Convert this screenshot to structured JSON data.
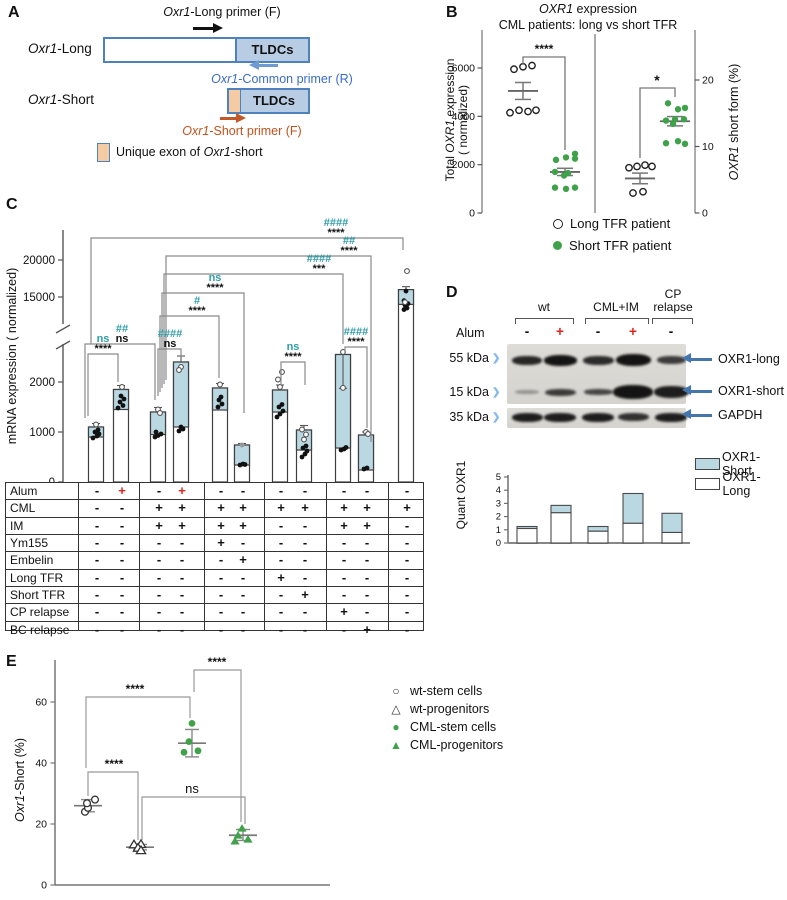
{
  "labels": {
    "A": "A",
    "B": "B",
    "C": "C",
    "D": "D",
    "E": "E"
  },
  "colors": {
    "teal_hash": "#2f9daa",
    "bar_fill_blue": "#b9d8e2",
    "dot_green": "#3fa14a",
    "plus_red": "#d9271e",
    "box_border_blue": "#4f81bd",
    "box_fill_blue": "#b8cce4",
    "exon_tan": "#f5cba3",
    "text_blue": "#3b6cc7",
    "text_orange": "#c0531f",
    "arrow_blue": "#4476ad",
    "chevron_blue": "#86b8ea"
  },
  "panelA": {
    "gene_long": "Oxr1-Long",
    "gene_short": "Oxr1-Short",
    "tldc": "TLDCs",
    "primer_long": "Oxr1-Long primer (F)",
    "primer_common": "Oxr1-Common primer (R)",
    "primer_short": "Oxr1-Short primer (F)",
    "legend": "Unique exon of Oxr1-short"
  },
  "chart_data": [
    {
      "panel": "B",
      "type": "scatter",
      "title_line1": "OXR1 expression",
      "title_line2": "CML patients: long vs short TFR",
      "ylabel_left": [
        "Total OXR1 expression",
        "( normalized)"
      ],
      "ylabel_right": "OXR1 short form (%)",
      "yticks_left": [
        0,
        2000,
        4000,
        6000
      ],
      "yticks_right": [
        0,
        10,
        20
      ],
      "sig_left": "****",
      "sig_right": "*",
      "groups": [
        {
          "name": "Long TFR patient",
          "axis": "left",
          "marker": "open-circle",
          "mean": 5050,
          "err": [
            4700,
            5400
          ],
          "points": [
            [
              -9,
              5950
            ],
            [
              0,
              6050
            ],
            [
              9,
              6100
            ],
            [
              -13,
              4150
            ],
            [
              -4,
              4250
            ],
            [
              5,
              4200
            ],
            [
              13,
              4250
            ]
          ]
        },
        {
          "name": "Short TFR patient",
          "axis": "left",
          "marker": "green-circle",
          "mean": 1700,
          "err": [
            1550,
            1850
          ],
          "points": [
            [
              -9,
              2200
            ],
            [
              1,
              2300
            ],
            [
              10,
              2450
            ],
            [
              10,
              2250
            ],
            [
              -10,
              1700
            ],
            [
              3,
              1650
            ],
            [
              -1,
              1550
            ],
            [
              -10,
              1050
            ],
            [
              1,
              1000
            ],
            [
              10,
              1050
            ]
          ]
        },
        {
          "name": "Long TFR patient",
          "axis": "right",
          "marker": "open-circle",
          "mean": 5.2,
          "err": [
            4.4,
            6.0
          ],
          "points": [
            [
              -11,
              6.8
            ],
            [
              -3,
              7.0
            ],
            [
              5,
              7.2
            ],
            [
              12,
              7.0
            ],
            [
              -7,
              3.0
            ],
            [
              3,
              3.2
            ]
          ]
        },
        {
          "name": "Short TFR patient",
          "axis": "right",
          "marker": "green-circle",
          "mean": 13.8,
          "err": [
            13.1,
            14.5
          ],
          "points": [
            [
              -7,
              16.5
            ],
            [
              3,
              15.6
            ],
            [
              10,
              15.8
            ],
            [
              -9,
              13.9
            ],
            [
              0,
              14.1
            ],
            [
              9,
              14.1
            ],
            [
              -2,
              13.4
            ],
            [
              -9,
              10.5
            ],
            [
              3,
              10.8
            ],
            [
              10,
              10.4
            ]
          ]
        }
      ],
      "legend": [
        {
          "label": "Long TFR patient",
          "marker": "open-circle"
        },
        {
          "label": "Short TFR patient",
          "marker": "green-circle"
        }
      ]
    },
    {
      "panel": "C",
      "type": "bar",
      "ylabel": "mRNA expression ( normalized)",
      "yticks_lower": [
        0,
        1000,
        2000
      ],
      "yticks_upper": [
        15000,
        20000
      ],
      "axis_break": true,
      "bars": [
        {
          "total": 1100,
          "short_segment": [
            900,
            1100
          ],
          "err": 70,
          "dots": [
            [
              -3,
              880,
              "b"
            ],
            [
              1,
              920,
              "b"
            ],
            [
              3,
              960,
              "b"
            ],
            [
              -1,
              1000,
              "b"
            ],
            [
              2,
              1040,
              "b"
            ],
            [
              0,
              1150,
              "o"
            ]
          ]
        },
        {
          "total": 1850,
          "short_segment": [
            1450,
            1850
          ],
          "err": 80,
          "dots": [
            [
              -3,
              1480,
              "b"
            ],
            [
              2,
              1530,
              "b"
            ],
            [
              -1,
              1600,
              "b"
            ],
            [
              3,
              1660,
              "b"
            ],
            [
              0,
              1720,
              "b"
            ],
            [
              1,
              1900,
              "o"
            ]
          ]
        },
        {
          "total": 1400,
          "short_segment": [
            950,
            1400
          ],
          "err": 90,
          "dots": [
            [
              -3,
              900,
              "b"
            ],
            [
              0,
              930,
              "b"
            ],
            [
              3,
              960,
              "b"
            ],
            [
              -2,
              1000,
              "b"
            ],
            [
              0,
              1450,
              "o"
            ],
            [
              2,
              1380,
              "o"
            ]
          ]
        },
        {
          "total": 2400,
          "short_segment": [
            1100,
            2400
          ],
          "err": 120,
          "dots": [
            [
              -2,
              1020,
              "b"
            ],
            [
              2,
              1060,
              "b"
            ],
            [
              0,
              1100,
              "b"
            ],
            [
              0,
              2300,
              "o"
            ],
            [
              -2,
              2240,
              "o"
            ]
          ]
        },
        {
          "total": 1880,
          "short_segment": [
            1440,
            1880
          ],
          "err": 90,
          "dots": [
            [
              -2,
              1500,
              "b"
            ],
            [
              2,
              1560,
              "b"
            ],
            [
              -1,
              1640,
              "b"
            ],
            [
              1,
              1700,
              "b"
            ],
            [
              0,
              1950,
              "o"
            ]
          ]
        },
        {
          "total": 740,
          "short_segment": [
            340,
            740
          ],
          "err": 30,
          "dots": [
            [
              -2,
              340,
              "b"
            ],
            [
              1,
              360,
              "b"
            ],
            [
              3,
              350,
              "b"
            ],
            [
              0,
              740,
              "g"
            ]
          ]
        },
        {
          "total": 1840,
          "short_segment": [
            1400,
            1840
          ],
          "err": 100,
          "dots": [
            [
              -3,
              1300,
              "b"
            ],
            [
              0,
              1360,
              "b"
            ],
            [
              3,
              1420,
              "b"
            ],
            [
              -1,
              1500,
              "b"
            ],
            [
              2,
              1550,
              "b"
            ],
            [
              0,
              1900,
              "o"
            ],
            [
              -2,
              2050,
              "o"
            ],
            [
              2,
              2200,
              "o"
            ]
          ]
        },
        {
          "total": 1040,
          "short_segment": [
            640,
            1040
          ],
          "err": 90,
          "dots": [
            [
              -2,
              500,
              "b"
            ],
            [
              1,
              560,
              "b"
            ],
            [
              3,
              620,
              "b"
            ],
            [
              -1,
              680,
              "b"
            ],
            [
              2,
              720,
              "b"
            ],
            [
              0,
              850,
              "o"
            ],
            [
              2,
              950,
              "o"
            ],
            [
              -2,
              1050,
              "o"
            ]
          ]
        },
        {
          "total": 2550,
          "short_segment": [
            680,
            2550
          ],
          "err": 110,
          "dots": [
            [
              -2,
              640,
              "b"
            ],
            [
              1,
              660,
              "b"
            ],
            [
              3,
              690,
              "b"
            ],
            [
              0,
              2600,
              "o"
            ],
            [
              0,
              2720,
              "o"
            ]
          ]
        },
        {
          "total": 940,
          "short_segment": [
            240,
            940
          ],
          "err": 60,
          "dots": [
            [
              -2,
              260,
              "b"
            ],
            [
              1,
              280,
              "b"
            ],
            [
              0,
              1000,
              "o"
            ],
            [
              2,
              960,
              "o"
            ]
          ]
        },
        {
          "total": 16000,
          "short_segment": [
            14000,
            16000
          ],
          "err": 400,
          "dots": [
            [
              1,
              18500,
              "o"
            ],
            [
              0,
              15800,
              "b"
            ],
            [
              -2,
              14500,
              "b"
            ],
            [
              2,
              14100,
              "b"
            ],
            [
              -1,
              13900,
              "b"
            ],
            [
              1,
              13500,
              "b"
            ],
            [
              -2,
              13300,
              "b"
            ],
            [
              -1,
              14300,
              "o"
            ]
          ]
        }
      ],
      "brackets": [
        {
          "from": 1,
          "to": 11,
          "hash": "####",
          "star": "****"
        },
        {
          "from": 3,
          "to": 10,
          "hash": "##",
          "star": "****"
        },
        {
          "from": 3,
          "to": 9,
          "hash": "####",
          "star": "***"
        },
        {
          "from": 3,
          "to": 6,
          "hash": "ns",
          "star": "****"
        },
        {
          "from": 3,
          "to": 5,
          "hash": "#",
          "star": "****"
        },
        {
          "from": 3,
          "to": 4,
          "hash": "####",
          "star": "ns"
        },
        {
          "from": 1,
          "to": 3,
          "hash": "##",
          "star": "ns"
        },
        {
          "from": 1,
          "to": 2,
          "hash": "ns",
          "star": "****"
        },
        {
          "from": 7,
          "to": 8,
          "hash": "ns",
          "star": "****"
        },
        {
          "from": 9,
          "to": 10,
          "hash": "####",
          "star": "****"
        }
      ],
      "table": {
        "row_labels": [
          "Alum",
          "CML",
          "IM",
          "Ym155",
          "Embelin",
          "Long TFR",
          "Short TFR",
          "CP relapse",
          "BC relapse"
        ],
        "values": [
          [
            "-",
            "+",
            "-",
            "+",
            "-",
            "-",
            "-",
            "-",
            "-",
            "-",
            "-"
          ],
          [
            "-",
            "-",
            "+",
            "+",
            "+",
            "+",
            "+",
            "+",
            "+",
            "+",
            "+"
          ],
          [
            "-",
            "-",
            "+",
            "+",
            "+",
            "+",
            "-",
            "-",
            "+",
            "+",
            "-"
          ],
          [
            "-",
            "-",
            "-",
            "-",
            "+",
            "-",
            "-",
            "-",
            "-",
            "-",
            "-"
          ],
          [
            "-",
            "-",
            "-",
            "-",
            "-",
            "+",
            "-",
            "-",
            "-",
            "-",
            "-"
          ],
          [
            "-",
            "-",
            "-",
            "-",
            "-",
            "-",
            "+",
            "-",
            "-",
            "-",
            "-"
          ],
          [
            "-",
            "-",
            "-",
            "-",
            "-",
            "-",
            "-",
            "+",
            "-",
            "-",
            "-"
          ],
          [
            "-",
            "-",
            "-",
            "-",
            "-",
            "-",
            "-",
            "-",
            "+",
            "-",
            "-"
          ],
          [
            "-",
            "-",
            "-",
            "-",
            "-",
            "-",
            "-",
            "-",
            "-",
            "+",
            "-"
          ]
        ],
        "red_plus_row": "Alum"
      }
    },
    {
      "panel": "D",
      "type": "stacked-bar",
      "title": "Quant OXR1",
      "yticks": [
        0,
        1,
        2,
        3,
        4,
        5
      ],
      "ylim": [
        0,
        5
      ],
      "series": [
        {
          "name": "OXR1-Long",
          "values": [
            1.1,
            2.3,
            0.9,
            1.5,
            0.8
          ]
        },
        {
          "name": "OXR1-Short",
          "values": [
            0.15,
            0.55,
            0.35,
            2.25,
            1.45
          ]
        }
      ],
      "legend": [
        {
          "label": "OXR1-Short",
          "fill": "blue"
        },
        {
          "label": "OXR1-Long",
          "fill": "white"
        }
      ]
    },
    {
      "panel": "E",
      "type": "scatter",
      "ylabel": "Oxr1-Short (%)",
      "yticks": [
        0,
        20,
        40,
        60
      ],
      "groups": [
        {
          "name": "wt-stem cells",
          "marker": "open-circle",
          "mean": 26,
          "err": [
            24,
            28
          ],
          "points": [
            [
              -3,
              24
            ],
            [
              0,
              25.3
            ],
            [
              -1,
              26.8
            ],
            [
              7,
              28
            ]
          ]
        },
        {
          "name": "wt-progenitors",
          "marker": "open-triangle",
          "mean": 12.4,
          "err": [
            11.5,
            13.3
          ],
          "points": [
            [
              -6,
              13.3
            ],
            [
              1,
              13.4
            ],
            [
              -2,
              12.2
            ],
            [
              1,
              11.4
            ]
          ]
        },
        {
          "name": "CML-stem cells",
          "marker": "green-circle",
          "mean": 46.5,
          "err": [
            42,
            51
          ],
          "points": [
            [
              0,
              53
            ],
            [
              -3,
              47
            ],
            [
              -8,
              43.5
            ],
            [
              6,
              44
            ]
          ]
        },
        {
          "name": "CML-progenitors",
          "marker": "green-triangle",
          "mean": 16.3,
          "err": [
            14.6,
            18.2
          ],
          "points": [
            [
              -1,
              18.6
            ],
            [
              -5,
              16.3
            ],
            [
              5,
              15
            ],
            [
              -8,
              14.4
            ]
          ]
        }
      ],
      "brackets": [
        {
          "from": 1,
          "to": 2,
          "label": "****"
        },
        {
          "from": 1,
          "to": 3,
          "label": "****"
        },
        {
          "from": 3,
          "to": 4,
          "label": "****"
        },
        {
          "from": 2,
          "to": 4,
          "label": "ns"
        }
      ],
      "legend": [
        {
          "label": "wt-stem cells",
          "marker": "open-circle"
        },
        {
          "label": "wt-progenitors",
          "marker": "open-triangle"
        },
        {
          "label": "CML-stem cells",
          "marker": "green-circle"
        },
        {
          "label": "CML-progenitors",
          "marker": "green-triangle"
        }
      ]
    }
  ],
  "panelD": {
    "groups": [
      "wt",
      "CML+IM",
      "CP relapse"
    ],
    "alum_label": "Alum",
    "alum_values": [
      "-",
      "+",
      "-",
      "+",
      "-"
    ],
    "kda_labels": [
      "55 kDa",
      "15 kDa",
      "35 kDa"
    ],
    "band_labels": [
      "OXR1-long",
      "OXR1-short",
      "GAPDH"
    ],
    "band_intensities": {
      "OXR1-long": [
        0.9,
        1,
        0.88,
        1,
        0.8
      ],
      "OXR1-short": [
        0.35,
        0.8,
        0.75,
        1,
        0.95
      ],
      "GAPDH": [
        0.95,
        0.95,
        0.95,
        0.85,
        0.95
      ]
    }
  }
}
